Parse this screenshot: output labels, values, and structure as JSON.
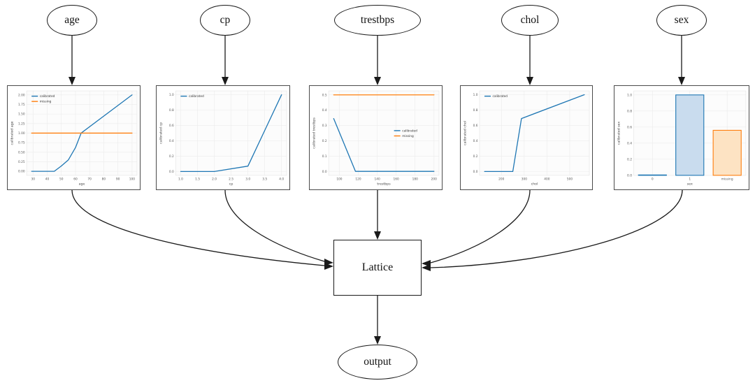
{
  "diagram": {
    "input_nodes": [
      {
        "id": "age",
        "label": "age"
      },
      {
        "id": "cp",
        "label": "cp"
      },
      {
        "id": "trestbps",
        "label": "trestbps"
      },
      {
        "id": "chol",
        "label": "chol"
      },
      {
        "id": "sex",
        "label": "sex"
      }
    ],
    "lattice": {
      "label": "Lattice"
    },
    "output": {
      "label": "output"
    }
  },
  "colors": {
    "calibrated": "#1f77b4",
    "missing": "#ff7f0e"
  },
  "chart_data": [
    {
      "type": "line",
      "feature": "age",
      "xlabel": "age",
      "ylabel": "calibrated age",
      "xlim": [
        25.5,
        103.5
      ],
      "ylim": [
        -0.105,
        2.105
      ],
      "xtick_values": [
        30,
        40,
        50,
        60,
        70,
        80,
        90,
        100
      ],
      "xtick_labels": [
        "30",
        "40",
        "50",
        "60",
        "70",
        "80",
        "90",
        "100"
      ],
      "ytick_values": [
        0,
        0.25,
        0.5,
        0.75,
        1,
        1.25,
        1.5,
        1.75,
        2
      ],
      "ytick_labels": [
        "0.00",
        "0.25",
        "0.50",
        "0.75",
        "1.00",
        "1.25",
        "1.50",
        "1.75",
        "2.00"
      ],
      "legend": {
        "position": "top-left",
        "entries": [
          {
            "label": "calibrated",
            "color": "#1f77b4"
          },
          {
            "label": "missing",
            "color": "#ff7f0e"
          }
        ]
      },
      "series": [
        {
          "name": "calibrated",
          "color": "#1f77b4",
          "points": [
            [
              29,
              0
            ],
            [
              45,
              0
            ],
            [
              50,
              0.14
            ],
            [
              55,
              0.3
            ],
            [
              60,
              0.62
            ],
            [
              64,
              1.0
            ],
            [
              100,
              2.0
            ]
          ]
        },
        {
          "name": "missing",
          "color": "#ff7f0e",
          "points": [
            [
              29,
              1.0
            ],
            [
              100,
              1.0
            ]
          ]
        }
      ]
    },
    {
      "type": "line",
      "feature": "cp",
      "xlabel": "cp",
      "ylabel": "calibrated cp",
      "xlim": [
        0.85,
        4.15
      ],
      "ylim": [
        -0.05,
        1.05
      ],
      "xtick_values": [
        1,
        1.5,
        2,
        2.5,
        3,
        3.5,
        4
      ],
      "xtick_labels": [
        "1.0",
        "1.5",
        "2.0",
        "2.5",
        "3.0",
        "3.5",
        "4.0"
      ],
      "ytick_values": [
        0,
        0.2,
        0.4,
        0.6,
        0.8,
        1
      ],
      "ytick_labels": [
        "0.0",
        "0.2",
        "0.4",
        "0.6",
        "0.8",
        "1.0"
      ],
      "legend": {
        "position": "top-left",
        "entries": [
          {
            "label": "calibrated",
            "color": "#1f77b4"
          }
        ]
      },
      "series": [
        {
          "name": "calibrated",
          "color": "#1f77b4",
          "points": [
            [
              1,
              0
            ],
            [
              2,
              0
            ],
            [
              3,
              0.07
            ],
            [
              4,
              1
            ]
          ]
        }
      ]
    },
    {
      "type": "line",
      "feature": "trestbps",
      "xlabel": "trestbps",
      "ylabel": "calibrated trestbps",
      "xlim": [
        88.7,
        205.3
      ],
      "ylim": [
        -0.026,
        0.526
      ],
      "xtick_values": [
        100,
        120,
        140,
        160,
        180,
        200
      ],
      "xtick_labels": [
        "100",
        "120",
        "140",
        "160",
        "180",
        "200"
      ],
      "ytick_values": [
        0,
        0.1,
        0.2,
        0.3,
        0.4,
        0.5
      ],
      "ytick_labels": [
        "0.0",
        "0.1",
        "0.2",
        "0.3",
        "0.4",
        "0.5"
      ],
      "legend": {
        "position": "mid-right",
        "entries": [
          {
            "label": "calibrated",
            "color": "#1f77b4"
          },
          {
            "label": "missing",
            "color": "#ff7f0e"
          }
        ]
      },
      "series": [
        {
          "name": "calibrated",
          "color": "#1f77b4",
          "points": [
            [
              94,
              0.345
            ],
            [
              117,
              0
            ],
            [
              200,
              0
            ]
          ]
        },
        {
          "name": "missing",
          "color": "#ff7f0e",
          "points": [
            [
              94,
              0.5
            ],
            [
              200,
              0.5
            ]
          ]
        }
      ]
    },
    {
      "type": "line",
      "feature": "chol",
      "xlabel": "chol",
      "ylabel": "calibrated chol",
      "xlim": [
        104,
        586
      ],
      "ylim": [
        -0.05,
        1.05
      ],
      "xtick_values": [
        200,
        300,
        400,
        500
      ],
      "xtick_labels": [
        "200",
        "300",
        "400",
        "500"
      ],
      "ytick_values": [
        0,
        0.2,
        0.4,
        0.6,
        0.8,
        1
      ],
      "ytick_labels": [
        "0.0",
        "0.2",
        "0.4",
        "0.6",
        "0.8",
        "1.0"
      ],
      "legend": {
        "position": "top-left",
        "entries": [
          {
            "label": "calibrated",
            "color": "#1f77b4"
          }
        ]
      },
      "series": [
        {
          "name": "calibrated",
          "color": "#1f77b4",
          "points": [
            [
              126,
              0
            ],
            [
              250,
              0
            ],
            [
              288,
              0.69
            ],
            [
              564,
              1
            ]
          ]
        }
      ]
    },
    {
      "type": "bar",
      "feature": "sex",
      "xlabel": "sex",
      "ylabel": "calibrated sex",
      "ylim": [
        0,
        1.05
      ],
      "categories": [
        "0",
        "1",
        "missing"
      ],
      "values": [
        0.005,
        1.0,
        0.56
      ],
      "bar_fill_colors": [
        "#c9dcee",
        "#c9dcee",
        "#fde3c3"
      ],
      "bar_edge_colors": [
        "#1f77b4",
        "#1f77b4",
        "#ff7f0e"
      ],
      "ytick_values": [
        0,
        0.2,
        0.4,
        0.6,
        0.8,
        1
      ],
      "ytick_labels": [
        "0.0",
        "0.2",
        "0.4",
        "0.6",
        "0.8",
        "1.0"
      ]
    }
  ]
}
